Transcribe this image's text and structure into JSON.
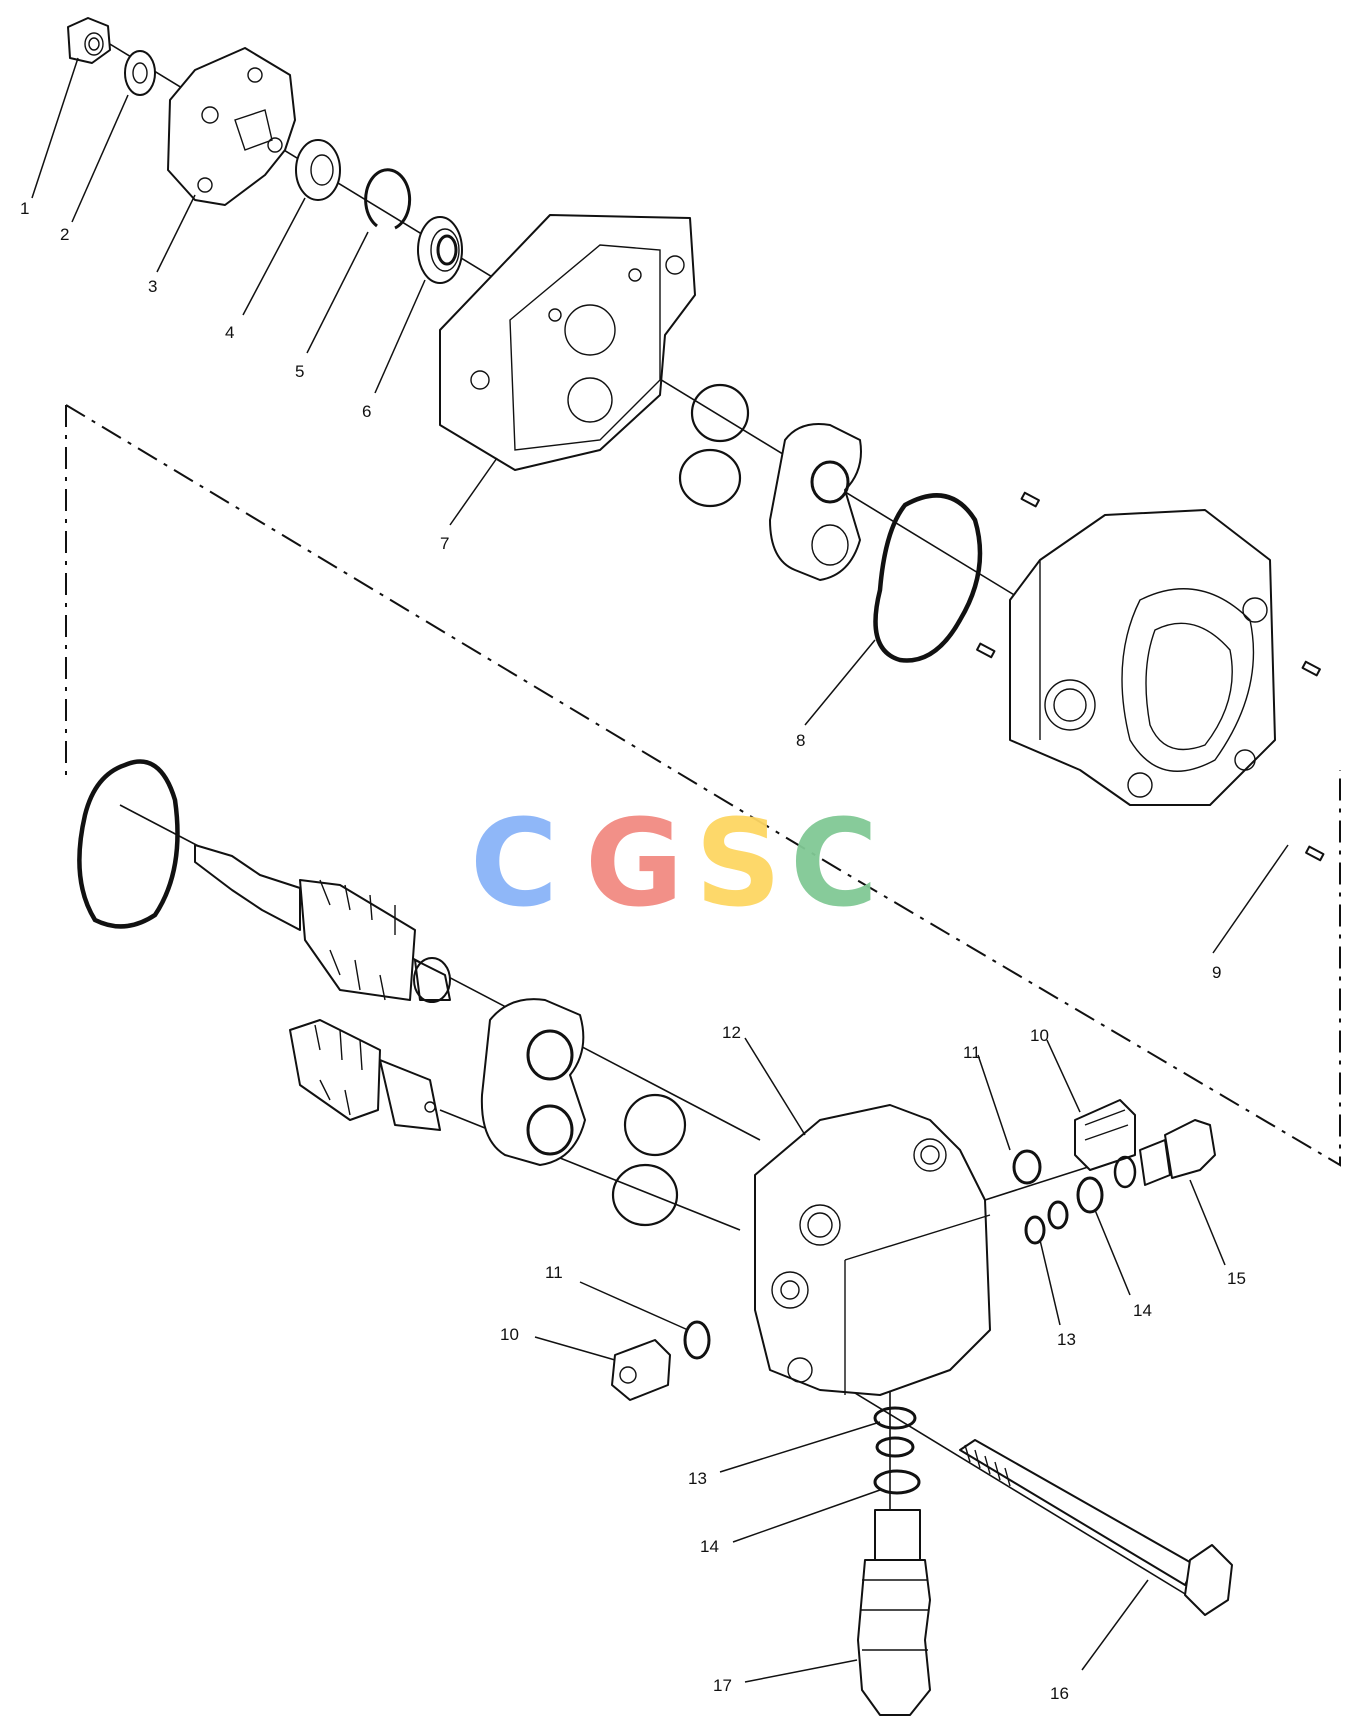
{
  "callouts": [
    {
      "id": "c1",
      "text": "1"
    },
    {
      "id": "c2",
      "text": "2"
    },
    {
      "id": "c3",
      "text": "3"
    },
    {
      "id": "c4",
      "text": "4"
    },
    {
      "id": "c5",
      "text": "5"
    },
    {
      "id": "c6",
      "text": "6"
    },
    {
      "id": "c7",
      "text": "7"
    },
    {
      "id": "c8",
      "text": "8"
    },
    {
      "id": "c9",
      "text": "9"
    },
    {
      "id": "c10a",
      "text": "10"
    },
    {
      "id": "c11a",
      "text": "11"
    },
    {
      "id": "c12",
      "text": "12"
    },
    {
      "id": "c11b",
      "text": "11"
    },
    {
      "id": "c10b",
      "text": "10"
    },
    {
      "id": "c13a",
      "text": "13"
    },
    {
      "id": "c14a",
      "text": "14"
    },
    {
      "id": "c15",
      "text": "15"
    },
    {
      "id": "c13b",
      "text": "13"
    },
    {
      "id": "c14b",
      "text": "14"
    },
    {
      "id": "c16",
      "text": "16"
    },
    {
      "id": "c17",
      "text": "17"
    }
  ],
  "watermark": {
    "letters": [
      "C",
      "G",
      "S",
      "C"
    ],
    "colors": [
      "#8ab4f8",
      "#f28b82",
      "#fdd663",
      "#81c995"
    ]
  }
}
